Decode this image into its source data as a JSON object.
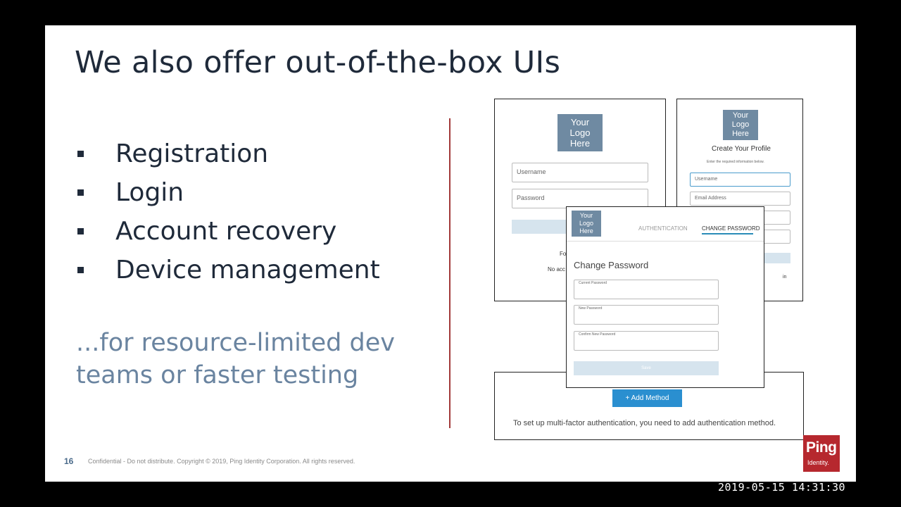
{
  "slide": {
    "title": "We also offer out-of-the-box UIs",
    "bullets": [
      "Registration",
      "Login",
      "Account recovery",
      "Device management"
    ],
    "tagline_line1": "...for resource-limited dev",
    "tagline_line2": "teams or faster testing",
    "page_number": "16",
    "footer": "Confidential - Do not distribute. Copyright © 2019, Ping Identity Corporation. All rights reserved.",
    "logo_main": "Ping",
    "logo_sub": "Identity."
  },
  "login_screen": {
    "logo_text": [
      "Your",
      "Logo",
      "Here"
    ],
    "username_placeholder": "Username",
    "password_placeholder": "Password",
    "forgot_partial": "Fo",
    "no_account_partial": "No acc"
  },
  "profile_screen": {
    "logo_text": [
      "Your",
      "Logo",
      "Here"
    ],
    "title": "Create Your Profile",
    "subtitle": "Enter the required information below.",
    "username_placeholder": "Username",
    "email_placeholder": "Email Address",
    "bottom_partial": "in"
  },
  "change_password_screen": {
    "logo_text": [
      "Your",
      "Logo",
      "Here"
    ],
    "tab_authentication": "AUTHENTICATION",
    "tab_change_password": "CHANGE PASSWORD",
    "title": "Change Password",
    "current_label": "Current Password",
    "new_label": "New Password",
    "confirm_label": "Confirm New Password",
    "submit_label": "Save"
  },
  "mfa_screen": {
    "add_method_label": "+ Add Method",
    "message": "To set up multi-factor authentication, you need to add authentication method."
  },
  "overlay": {
    "timestamp": "2019-05-15  14:31:30"
  },
  "colors": {
    "accent_red": "#a23a3a",
    "brand_red": "#b6282e",
    "tab_underline": "#2a8cb8",
    "button_blue": "#2a8fd0"
  }
}
